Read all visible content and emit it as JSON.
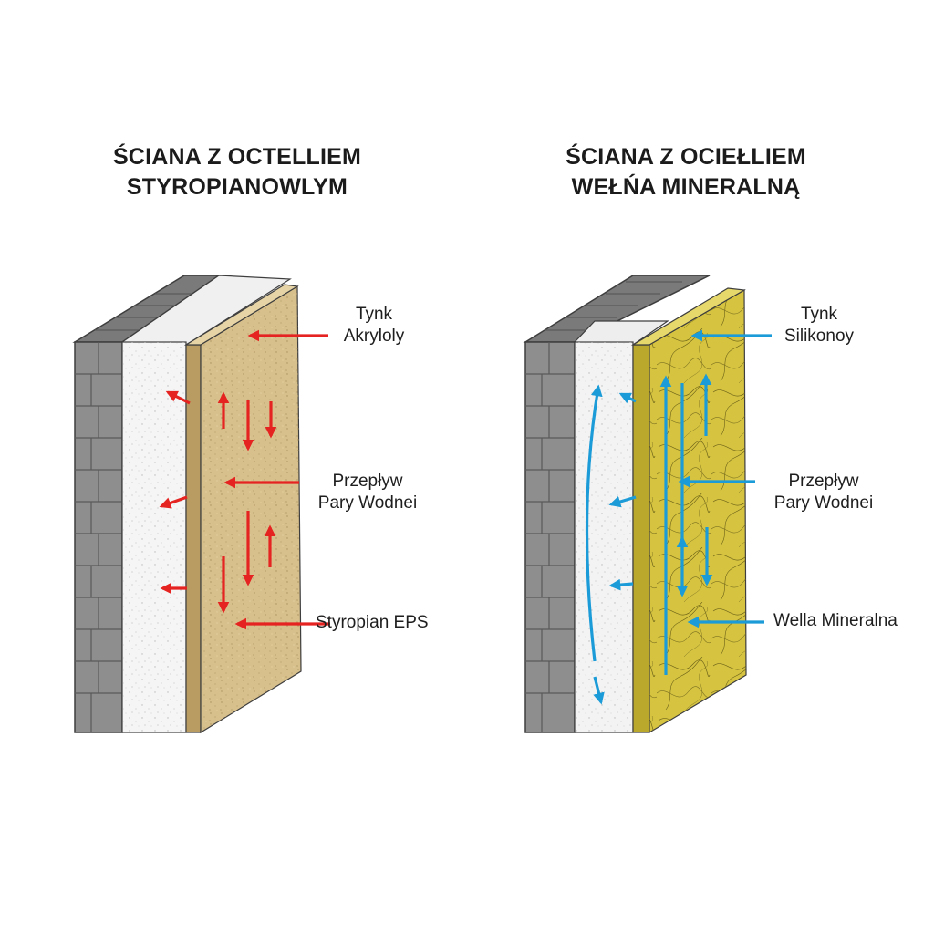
{
  "left_panel": {
    "title_line1": "ŚCIANA Z OCTELLIEM",
    "title_line2": "STYROPIANOWLYM",
    "labels": {
      "plaster_line1": "Tynk",
      "plaster_line2": "Akryloly",
      "vapor_line1": "Przepływ",
      "vapor_line2": "Pary Wodnei",
      "insulation": "Styropian EPS"
    },
    "arrow_color": "#e52421",
    "facade_color": "#d8c08c"
  },
  "right_panel": {
    "title_line1": "ŚCIANA Z OCIEŁLIEM",
    "title_line2": "WEŁŃA MINERALNĄ",
    "labels": {
      "plaster_line1": "Tynk",
      "plaster_line2": "Silikonoy",
      "vapor_line1": "Przepływ",
      "vapor_line2": "Pary Wodnei",
      "insulation": "Wella Mineralna"
    },
    "arrow_color": "#1b9bd7",
    "facade_color": "#d6c440"
  },
  "colors": {
    "brick": "#8e8e8e",
    "brick_dark": "#5f5f5f",
    "insulation_white": "#f5f5f5"
  }
}
